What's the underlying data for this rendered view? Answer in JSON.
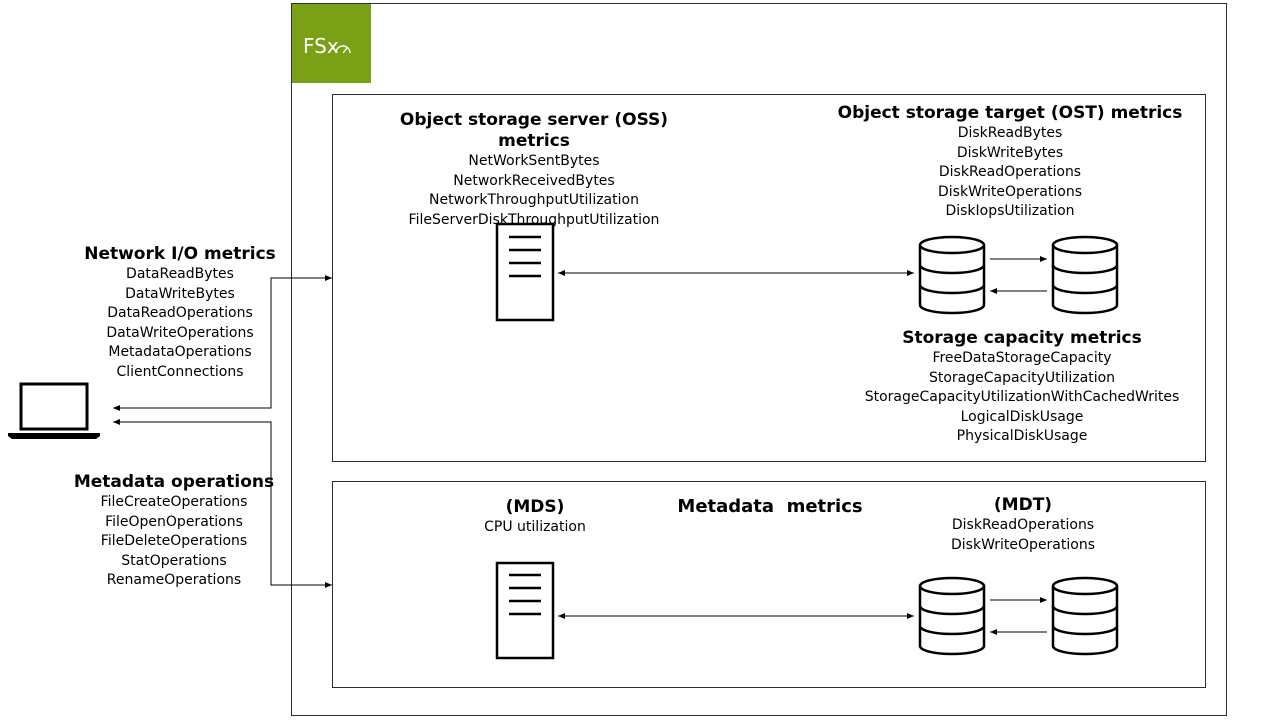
{
  "badge": {
    "text": "FSx",
    "color": "#7aa116"
  },
  "oss": {
    "title": "Object storage server (OSS) metrics",
    "items": [
      "NetWorkSentBytes",
      "NetworkReceivedBytes",
      "NetworkThroughputUtilization",
      "FileServerDiskThroughputUtilization"
    ]
  },
  "ost": {
    "title": "Object storage target (OST) metrics",
    "items": [
      "DiskReadBytes",
      "DiskWriteBytes",
      "DiskReadOperations",
      "DiskWriteOperations",
      "DiskIopsUtilization"
    ]
  },
  "capacity": {
    "title": "Storage capacity metrics",
    "items": [
      "FreeDataStorageCapacity",
      "StorageCapacityUtilization",
      "StorageCapacityUtilizationWithCachedWrites",
      "LogicalDiskUsage",
      "PhysicalDiskUsage"
    ]
  },
  "network_io": {
    "title": "Network I/O metrics",
    "items": [
      "DataReadBytes",
      "DataWriteBytes",
      "DataReadOperations",
      "DataWriteOperations",
      "MetadataOperations",
      "ClientConnections"
    ]
  },
  "metadata_ops": {
    "title": "Metadata operations",
    "items": [
      "FileCreateOperations",
      "FileOpenOperations",
      "FileDeleteOperations",
      "StatOperations",
      "RenameOperations"
    ]
  },
  "mds": {
    "title": "(MDS)",
    "items": [
      "CPU utilization"
    ]
  },
  "metadata_metrics": {
    "title": "Metadata  metrics"
  },
  "mdt": {
    "title": "(MDT)",
    "items": [
      "DiskReadOperations",
      "DiskWriteOperations"
    ]
  },
  "icons": {
    "client": "laptop-icon",
    "server": "server-icon",
    "storage": "database-icon"
  }
}
